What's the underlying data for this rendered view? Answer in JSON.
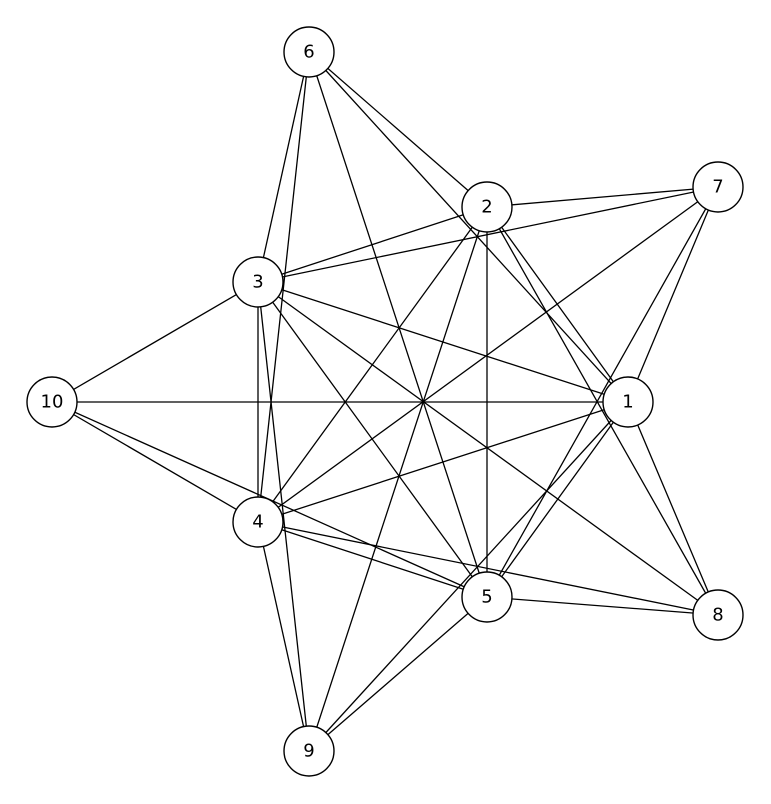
{
  "graph": {
    "nodes": [
      {
        "id": "1",
        "label": "1"
      },
      {
        "id": "2",
        "label": "2"
      },
      {
        "id": "3",
        "label": "3"
      },
      {
        "id": "4",
        "label": "4"
      },
      {
        "id": "5",
        "label": "5"
      },
      {
        "id": "6",
        "label": "6"
      },
      {
        "id": "7",
        "label": "7"
      },
      {
        "id": "8",
        "label": "8"
      },
      {
        "id": "9",
        "label": "9"
      },
      {
        "id": "10",
        "label": "10"
      }
    ],
    "edges": [
      [
        "1",
        "2"
      ],
      [
        "1",
        "3"
      ],
      [
        "1",
        "4"
      ],
      [
        "1",
        "5"
      ],
      [
        "1",
        "7"
      ],
      [
        "1",
        "8"
      ],
      [
        "1",
        "10"
      ],
      [
        "2",
        "3"
      ],
      [
        "2",
        "4"
      ],
      [
        "2",
        "5"
      ],
      [
        "2",
        "6"
      ],
      [
        "2",
        "7"
      ],
      [
        "2",
        "8"
      ],
      [
        "2",
        "9"
      ],
      [
        "3",
        "4"
      ],
      [
        "3",
        "5"
      ],
      [
        "3",
        "6"
      ],
      [
        "3",
        "7"
      ],
      [
        "3",
        "8"
      ],
      [
        "3",
        "9"
      ],
      [
        "3",
        "10"
      ],
      [
        "4",
        "5"
      ],
      [
        "4",
        "6"
      ],
      [
        "4",
        "7"
      ],
      [
        "4",
        "8"
      ],
      [
        "4",
        "9"
      ],
      [
        "4",
        "10"
      ],
      [
        "5",
        "6"
      ],
      [
        "5",
        "7"
      ],
      [
        "5",
        "8"
      ],
      [
        "5",
        "9"
      ],
      [
        "5",
        "10"
      ],
      [
        "1",
        "6"
      ],
      [
        "1",
        "9"
      ]
    ]
  }
}
